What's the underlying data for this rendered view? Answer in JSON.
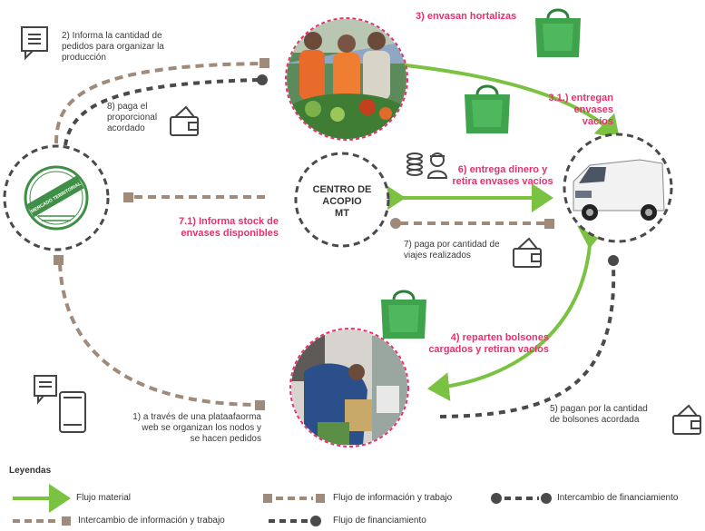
{
  "colors": {
    "material": "#7cc242",
    "info": "#a08a7a",
    "finance": "#4a4a4a",
    "pink": "#e8306e",
    "bag": "#3fa34d"
  },
  "nodes": {
    "centro": [
      "CENTRO DE",
      "ACOPIO",
      "MT"
    ],
    "mercado_logo": "MERCADO TERRITORIAL"
  },
  "labels": {
    "step2": [
      "2) Informa la cantidad de",
      "pedidos para organizar la",
      "producción"
    ],
    "step8": [
      "8) paga el",
      "proporcional",
      "acordado"
    ],
    "step3": "3) envasan hortalizas",
    "step31": [
      "3.1.) entregan",
      "envases",
      "vacíos"
    ],
    "step6": [
      "6) entrega dinero y",
      "retira envases vacíos"
    ],
    "step71": [
      "7.1) Informa stock de",
      "envases disponibles"
    ],
    "step7": [
      "7) paga por cantidad de",
      "viajes realizados"
    ],
    "step4": [
      "4) reparten bolsones",
      "cargados y retiran vacíos"
    ],
    "step1": [
      "1) a través de una plataafaorma",
      "web se organizan los nodos y",
      "se hacen pedidos"
    ],
    "step5": [
      "5) pagan por la cantidad",
      "de bolsones acordada"
    ]
  },
  "legend": {
    "title": "Leyendas",
    "material": "Flujo material",
    "info_flow": "Flujo de información y trabajo",
    "finance_exchange": "Intercambio de financiamiento",
    "info_exchange": "Intercambio de información y trabajo",
    "finance_flow": "Flujo de financiamiento"
  }
}
